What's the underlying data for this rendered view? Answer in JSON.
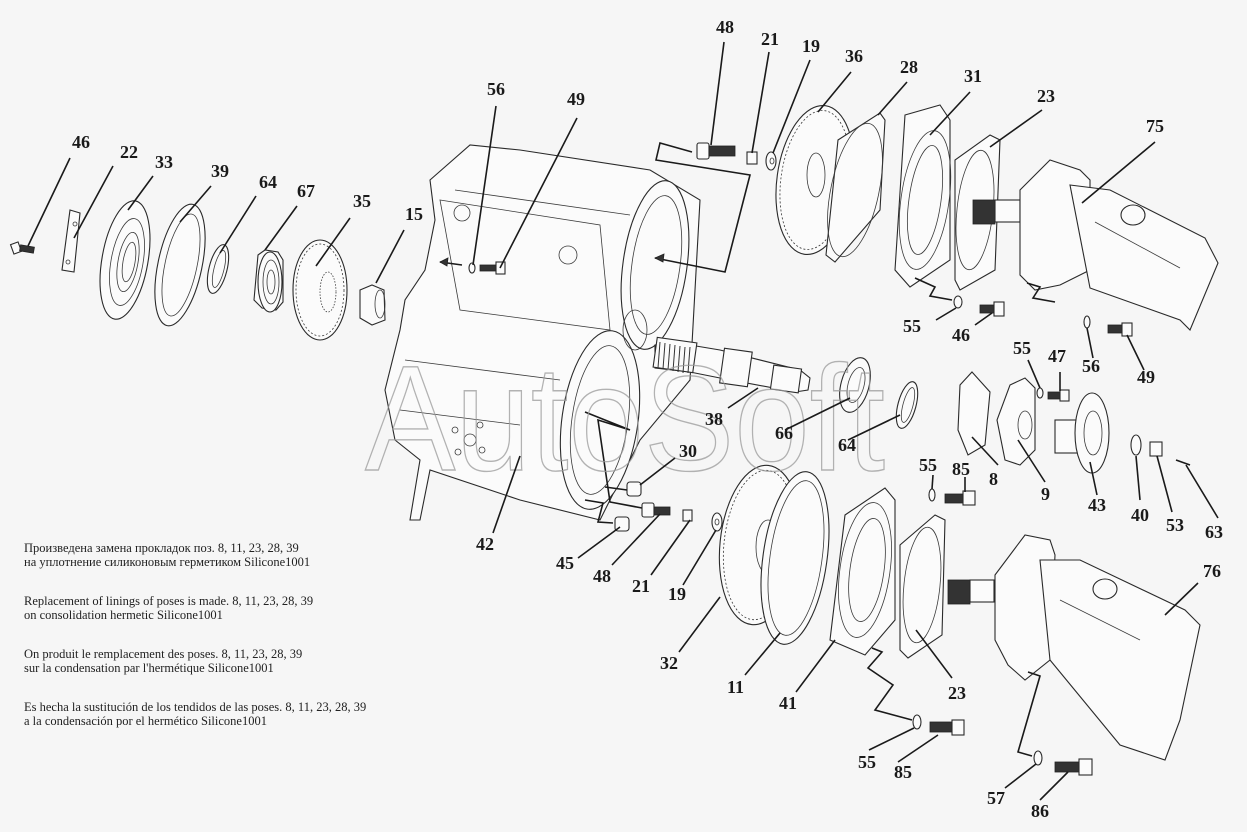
{
  "diagram": {
    "type": "exploded-assembly-drawing",
    "watermark": "AutoSoft",
    "callouts": [
      {
        "id": "c46a",
        "label": "46"
      },
      {
        "id": "c22",
        "label": "22"
      },
      {
        "id": "c33",
        "label": "33"
      },
      {
        "id": "c39",
        "label": "39"
      },
      {
        "id": "c64a",
        "label": "64"
      },
      {
        "id": "c67",
        "label": "67"
      },
      {
        "id": "c35",
        "label": "35"
      },
      {
        "id": "c15",
        "label": "15"
      },
      {
        "id": "c56a",
        "label": "56"
      },
      {
        "id": "c49a",
        "label": "49"
      },
      {
        "id": "c48a",
        "label": "48"
      },
      {
        "id": "c21a",
        "label": "21"
      },
      {
        "id": "c19a",
        "label": "19"
      },
      {
        "id": "c36",
        "label": "36"
      },
      {
        "id": "c28",
        "label": "28"
      },
      {
        "id": "c31",
        "label": "31"
      },
      {
        "id": "c23a",
        "label": "23"
      },
      {
        "id": "c75",
        "label": "75"
      },
      {
        "id": "c55a",
        "label": "55"
      },
      {
        "id": "c46b",
        "label": "46"
      },
      {
        "id": "c56b",
        "label": "56"
      },
      {
        "id": "c49b",
        "label": "49"
      },
      {
        "id": "c55b",
        "label": "55"
      },
      {
        "id": "c47",
        "label": "47"
      },
      {
        "id": "c38",
        "label": "38"
      },
      {
        "id": "c66",
        "label": "66"
      },
      {
        "id": "c64b",
        "label": "64"
      },
      {
        "id": "c30",
        "label": "30"
      },
      {
        "id": "c42",
        "label": "42"
      },
      {
        "id": "c45",
        "label": "45"
      },
      {
        "id": "c48b",
        "label": "48"
      },
      {
        "id": "c21b",
        "label": "21"
      },
      {
        "id": "c19b",
        "label": "19"
      },
      {
        "id": "c55c",
        "label": "55"
      },
      {
        "id": "c85a",
        "label": "85"
      },
      {
        "id": "c8",
        "label": "8"
      },
      {
        "id": "c9",
        "label": "9"
      },
      {
        "id": "c43",
        "label": "43"
      },
      {
        "id": "c40",
        "label": "40"
      },
      {
        "id": "c53",
        "label": "53"
      },
      {
        "id": "c63",
        "label": "63"
      },
      {
        "id": "c32",
        "label": "32"
      },
      {
        "id": "c11",
        "label": "11"
      },
      {
        "id": "c41",
        "label": "41"
      },
      {
        "id": "c23b",
        "label": "23"
      },
      {
        "id": "c76",
        "label": "76"
      },
      {
        "id": "c55d",
        "label": "55"
      },
      {
        "id": "c85b",
        "label": "85"
      },
      {
        "id": "c57",
        "label": "57"
      },
      {
        "id": "c86",
        "label": "86"
      }
    ]
  },
  "notes": [
    {
      "lang": "ru",
      "lines": [
        "Произведена замена прокладок поз. 8, 11, 23, 28, 39",
        "на уплотнение силиконовым герметиком Silicone1001"
      ]
    },
    {
      "lang": "en",
      "lines": [
        "Replacement of  linings of poses is made. 8, 11, 23, 28, 39",
        "on consolidation hermetic Silicone1001"
      ]
    },
    {
      "lang": "fr",
      "lines": [
        "On produit le remplacement des poses. 8, 11, 23, 28, 39",
        "sur la condensation par l'hermétique Silicone1001"
      ]
    },
    {
      "lang": "es",
      "lines": [
        "Es hecha la sustitución de los tendidos de las poses. 8, 11, 23, 28, 39",
        "a la condensación por el hermético Silicone1001"
      ]
    }
  ]
}
